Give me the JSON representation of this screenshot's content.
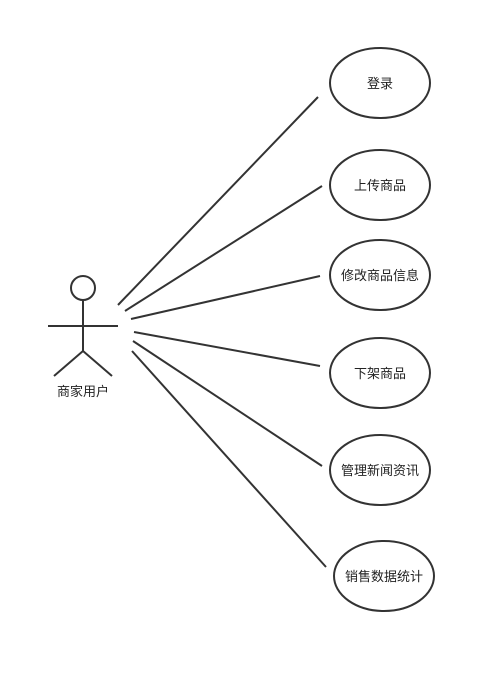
{
  "diagram": {
    "actor": {
      "label": "商家用户"
    },
    "use_cases": [
      {
        "id": "uc-login",
        "label": "登录"
      },
      {
        "id": "uc-upload-goods",
        "label": "上传商品"
      },
      {
        "id": "uc-edit-goods-info",
        "label": "修改商品信息"
      },
      {
        "id": "uc-delist-goods",
        "label": "下架商品"
      },
      {
        "id": "uc-manage-news",
        "label": "管理新闻资讯"
      },
      {
        "id": "uc-sales-stats",
        "label": "销售数据统计"
      }
    ]
  }
}
